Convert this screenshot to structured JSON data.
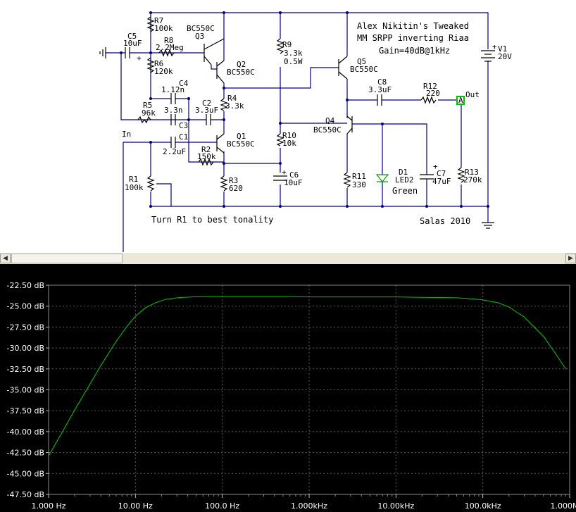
{
  "schematic": {
    "title_lines": [
      "Alex Nikitin's Tweaked",
      "MM SRPP inverting Riaa",
      "Gain=40dB@1kHz"
    ],
    "author": "Salas 2010",
    "note": "Turn R1 to best tonality",
    "input_label": "In",
    "output_label": "Out",
    "probe_label": "A",
    "components": {
      "R7": [
        "R7",
        "100k"
      ],
      "R8": [
        "R8",
        "2.2Meg"
      ],
      "R6": [
        "R6",
        "120k"
      ],
      "R5": [
        "R5",
        "96k"
      ],
      "C5": [
        "C5",
        "10uF"
      ],
      "C4": [
        "C4",
        "1.12n"
      ],
      "C3": [
        "3.3n",
        "C3"
      ],
      "C2": [
        "C2",
        "3.3uF"
      ],
      "C1": [
        "C1",
        "2.2uF"
      ],
      "R2": [
        "R2",
        "150k"
      ],
      "R1": [
        "R1",
        "100k"
      ],
      "R3": [
        "R3",
        "620"
      ],
      "R4": [
        "R4",
        "3.3k"
      ],
      "Q1": [
        "Q1",
        "BC550C"
      ],
      "Q2": [
        "Q2",
        "BC550C"
      ],
      "Q3": [
        "Q3",
        "BC550C"
      ],
      "R9": [
        "R9",
        "3.3k",
        "0.5W"
      ],
      "R10": [
        "R10",
        "10k"
      ],
      "C6": [
        "C6",
        "10uF"
      ],
      "Q4": [
        "Q4",
        "BC550C"
      ],
      "Q5": [
        "Q5",
        "BC550C"
      ],
      "C8": [
        "C8",
        "3.3uF"
      ],
      "R12": [
        "R12",
        "220"
      ],
      "R11": [
        "R11",
        "330"
      ],
      "D1": [
        "D1",
        "LED2",
        "Green"
      ],
      "C7": [
        "C7",
        "47uF"
      ],
      "R13": [
        "R13",
        "270k"
      ],
      "V1": [
        "V1",
        "20V"
      ]
    },
    "plus_sign": "+"
  },
  "chart_data": {
    "type": "line",
    "title": "",
    "xlabel": "",
    "ylabel": "",
    "x_scale": "log",
    "xlim": [
      1,
      1000000
    ],
    "ylim": [
      -47.5,
      -22.5
    ],
    "x_ticks": [
      1,
      10,
      100,
      1000,
      10000,
      100000,
      1000000
    ],
    "x_tick_labels": [
      "1.000 Hz",
      "10.00 Hz",
      "100.0 Hz",
      "1.000kHz",
      "10.00kHz",
      "100.0kHz",
      "1.000MHz"
    ],
    "y_ticks": [
      -22.5,
      -25,
      -27.5,
      -30,
      -32.5,
      -35,
      -37.5,
      -40,
      -42.5,
      -45,
      -47.5
    ],
    "y_tick_labels": [
      "-22.50 dB",
      "-25.00 dB",
      "-27.50 dB",
      "-30.00 dB",
      "-32.50 dB",
      "-35.00 dB",
      "-37.50 dB",
      "-40.00 dB",
      "-42.50 dB",
      "-45.00 dB",
      "-47.50 dB"
    ],
    "grid": true,
    "line_color": "#00cc00",
    "background": "#000000",
    "series": [
      {
        "x": [
          1,
          1.5,
          2,
          3,
          4,
          5,
          6,
          8,
          10,
          13,
          17,
          22,
          30,
          45,
          70,
          100,
          200,
          500,
          1000,
          2000,
          5000,
          10000,
          20000,
          50000,
          70000,
          100000,
          150000,
          200000,
          300000,
          500000,
          700000,
          900000
        ],
        "y": [
          -42.9,
          -39.7,
          -37.4,
          -34.3,
          -32.1,
          -30.5,
          -29.2,
          -27.4,
          -26.2,
          -25.2,
          -24.6,
          -24.2,
          -24.0,
          -23.9,
          -23.85,
          -23.85,
          -23.85,
          -23.85,
          -23.9,
          -23.9,
          -23.9,
          -23.9,
          -23.95,
          -24.0,
          -24.1,
          -24.25,
          -24.6,
          -25.1,
          -26.3,
          -28.6,
          -30.8,
          -32.5
        ]
      }
    ]
  }
}
